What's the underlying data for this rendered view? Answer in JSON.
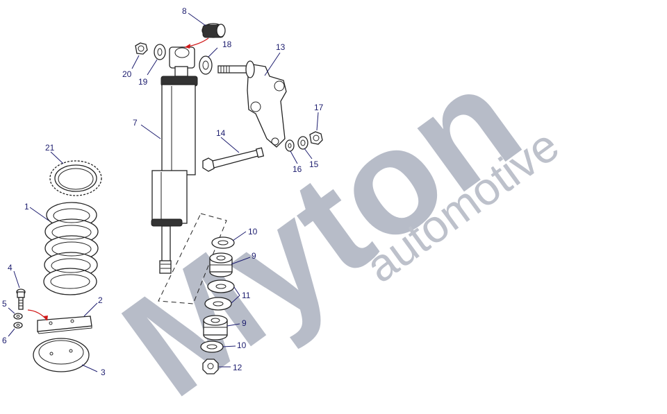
{
  "watermark": {
    "brand": "Myton",
    "sub": "automotive"
  },
  "callouts": [
    {
      "id": "c1",
      "label": "1"
    },
    {
      "id": "c2",
      "label": "2"
    },
    {
      "id": "c3",
      "label": "3"
    },
    {
      "id": "c4",
      "label": "4"
    },
    {
      "id": "c5",
      "label": "5"
    },
    {
      "id": "c6",
      "label": "6"
    },
    {
      "id": "c7",
      "label": "7"
    },
    {
      "id": "c8",
      "label": "8"
    },
    {
      "id": "c9a",
      "label": "9"
    },
    {
      "id": "c9b",
      "label": "9"
    },
    {
      "id": "c10a",
      "label": "10"
    },
    {
      "id": "c10b",
      "label": "10"
    },
    {
      "id": "c11",
      "label": "11"
    },
    {
      "id": "c12",
      "label": "12"
    },
    {
      "id": "c13",
      "label": "13"
    },
    {
      "id": "c14",
      "label": "14"
    },
    {
      "id": "c15",
      "label": "15"
    },
    {
      "id": "c16",
      "label": "16"
    },
    {
      "id": "c17",
      "label": "17"
    },
    {
      "id": "c18",
      "label": "18"
    },
    {
      "id": "c19",
      "label": "19"
    },
    {
      "id": "c20",
      "label": "20"
    },
    {
      "id": "c21",
      "label": "21"
    }
  ],
  "colors": {
    "callout": "#1c1c6e",
    "watermark": "#b8bdc9",
    "arrow": "#d01818"
  }
}
